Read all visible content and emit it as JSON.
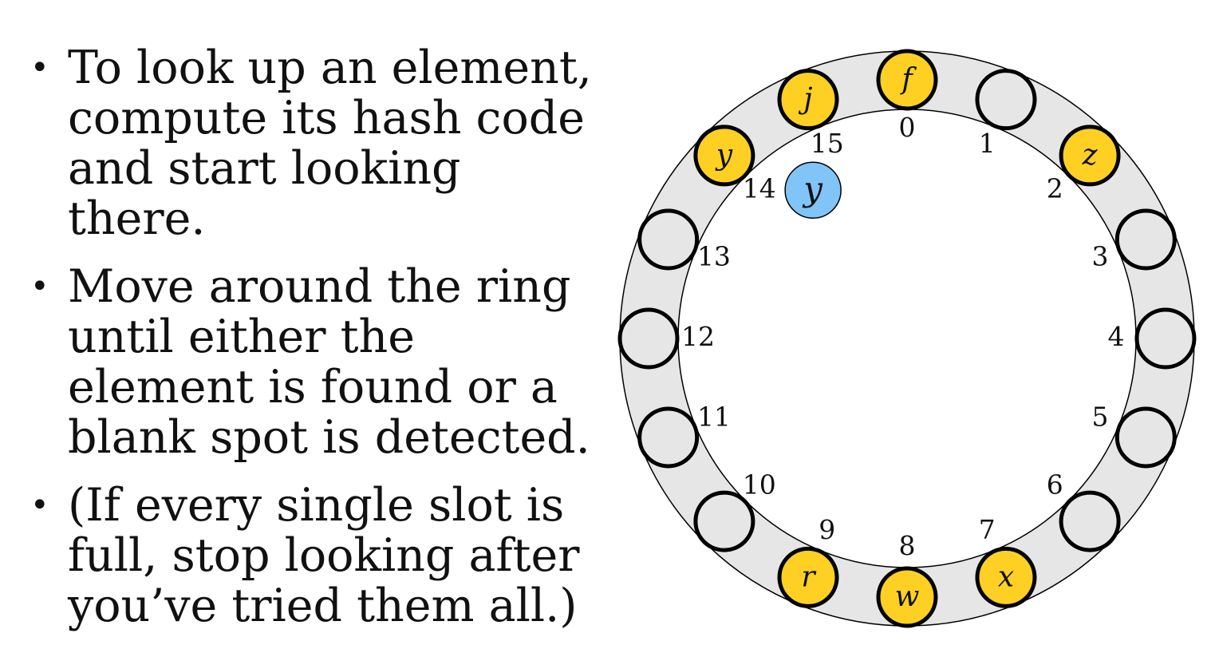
{
  "bullets": [
    "To look up an element, compute its hash code and start looking there.",
    "Move around the ring until either the element is found or a blank spot is detected.",
    "(If every single slot is full, stop looking after you’ve tried them all.)"
  ],
  "bullet_marker": "•",
  "ring": {
    "slots": [
      {
        "index": "0",
        "value": "f"
      },
      {
        "index": "1",
        "value": ""
      },
      {
        "index": "2",
        "value": "z"
      },
      {
        "index": "3",
        "value": ""
      },
      {
        "index": "4",
        "value": ""
      },
      {
        "index": "5",
        "value": ""
      },
      {
        "index": "6",
        "value": ""
      },
      {
        "index": "7",
        "value": "x"
      },
      {
        "index": "8",
        "value": "w"
      },
      {
        "index": "9",
        "value": "r"
      },
      {
        "index": "10",
        "value": ""
      },
      {
        "index": "11",
        "value": ""
      },
      {
        "index": "12",
        "value": ""
      },
      {
        "index": "13",
        "value": ""
      },
      {
        "index": "14",
        "value": "y"
      },
      {
        "index": "15",
        "value": "j"
      }
    ],
    "probe": {
      "value": "y",
      "near_slot": "14"
    },
    "colors": {
      "band": "#e6e6e6",
      "filled_slot": "#fdd023",
      "empty_slot": "#e6e6e6",
      "probe": "#80c4f8",
      "outline": "#000000"
    }
  }
}
